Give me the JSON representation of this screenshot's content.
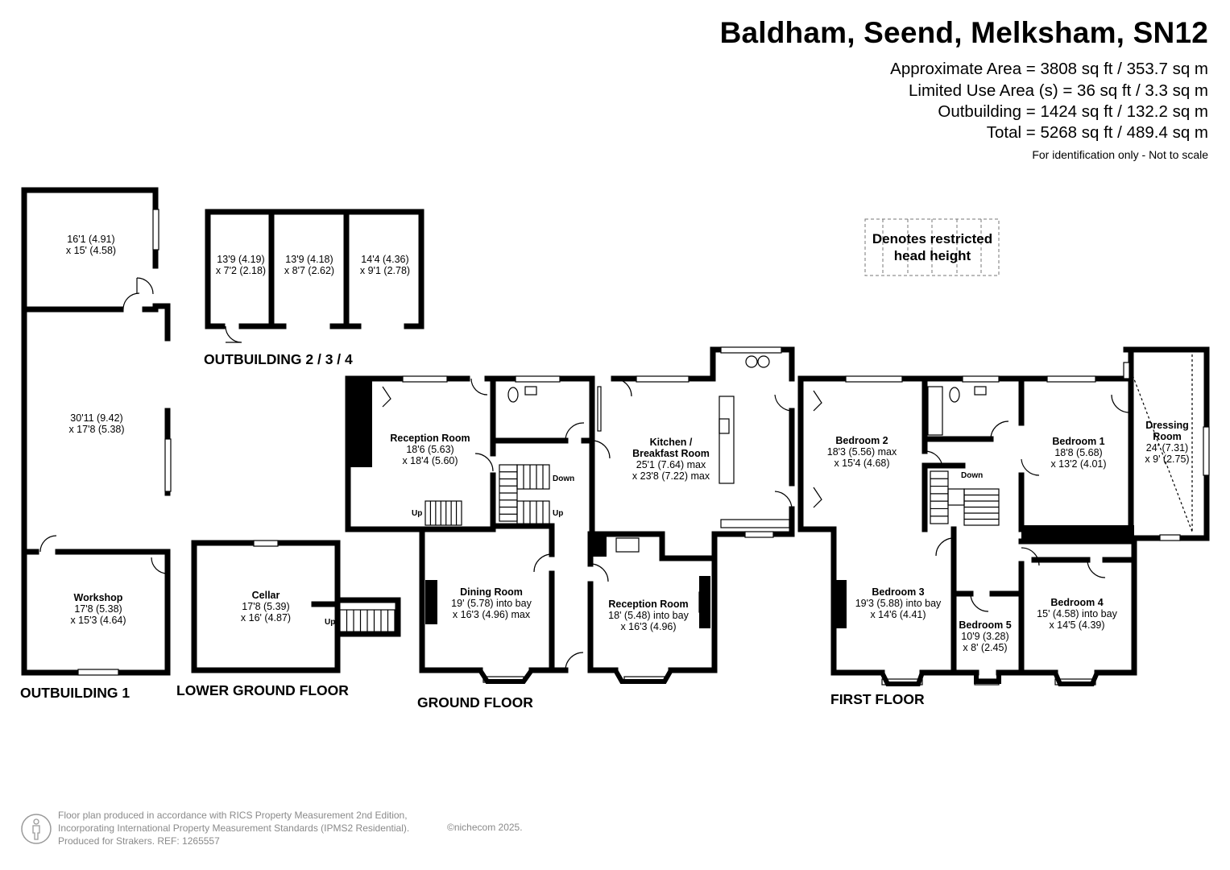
{
  "header": {
    "title": "Baldham, Seend, Melksham, SN12",
    "areas": [
      "Approximate Area = 3808 sq ft / 353.7 sq m",
      "Limited Use Area (s) = 36 sq ft / 3.3 sq m",
      "Outbuilding = 1424 sq ft / 132.2 sq m",
      "Total = 5268 sq ft / 489.4 sq m"
    ],
    "note": "For identification only - Not to scale"
  },
  "legend": {
    "line1": "Denotes restricted",
    "line2": "head height"
  },
  "floors": {
    "outbuilding1": "OUTBUILDING 1",
    "outbuilding234": "OUTBUILDING 2 / 3 / 4",
    "lower_ground": "LOWER GROUND FLOOR",
    "ground": "GROUND FLOOR",
    "first": "FIRST FLOOR"
  },
  "rooms": {
    "ob1_top": {
      "name": "",
      "dim1": "16'1 (4.91)",
      "dim2": "x 15' (4.58)"
    },
    "ob1_mid": {
      "name": "",
      "dim1": "30'11 (9.42)",
      "dim2": "x 17'8 (5.38)"
    },
    "workshop": {
      "name": "Workshop",
      "dim1": "17'8 (5.38)",
      "dim2": "x 15'3 (4.64)"
    },
    "ob2": {
      "name": "",
      "dim1": "13'9 (4.19)",
      "dim2": "x 7'2 (2.18)"
    },
    "ob3": {
      "name": "",
      "dim1": "13'9 (4.18)",
      "dim2": "x 8'7 (2.62)"
    },
    "ob4": {
      "name": "",
      "dim1": "14'4 (4.36)",
      "dim2": "x 9'1 (2.78)"
    },
    "cellar": {
      "name": "Cellar",
      "dim1": "17'8 (5.39)",
      "dim2": "x 16' (4.87)"
    },
    "reception1": {
      "name": "Reception Room",
      "dim1": "18'6 (5.63)",
      "dim2": "x 18'4 (5.60)"
    },
    "kitchen": {
      "name": "Kitchen /",
      "name2": "Breakfast Room",
      "dim1": "25'1 (7.64) max",
      "dim2": "x 23'8 (7.22) max"
    },
    "dining": {
      "name": "Dining Room",
      "dim1": "19' (5.78) into bay",
      "dim2": "x 16'3 (4.96) max"
    },
    "reception2": {
      "name": "Reception Room",
      "dim1": "18' (5.48) into bay",
      "dim2": "x 16'3 (4.96)"
    },
    "bedroom2": {
      "name": "Bedroom 2",
      "dim1": "18'3 (5.56) max",
      "dim2": "x 15'4 (4.68)"
    },
    "bedroom1": {
      "name": "Bedroom 1",
      "dim1": "18'8 (5.68)",
      "dim2": "x 13'2 (4.01)"
    },
    "dressing": {
      "name": "Dressing",
      "name2": "Room",
      "dim1": "24' (7.31)",
      "dim2": "x 9' (2.75)"
    },
    "bedroom3": {
      "name": "Bedroom 3",
      "dim1": "19'3 (5.88) into bay",
      "dim2": "x 14'6 (4.41)"
    },
    "bedroom5": {
      "name": "Bedroom 5",
      "dim1": "10'9 (3.28)",
      "dim2": "x 8' (2.45)"
    },
    "bedroom4": {
      "name": "Bedroom 4",
      "dim1": "15' (4.58) into bay",
      "dim2": "x 14'5 (4.39)"
    }
  },
  "stairs": {
    "up": "Up",
    "down": "Down"
  },
  "footer": {
    "line1": "Floor plan produced in accordance with RICS Property Measurement 2nd Edition,",
    "line2": "Incorporating International Property Measurement Standards (IPMS2 Residential).",
    "line3": "Produced for Strakers.   REF: 1265557",
    "copyright": "©nichecom 2025."
  }
}
